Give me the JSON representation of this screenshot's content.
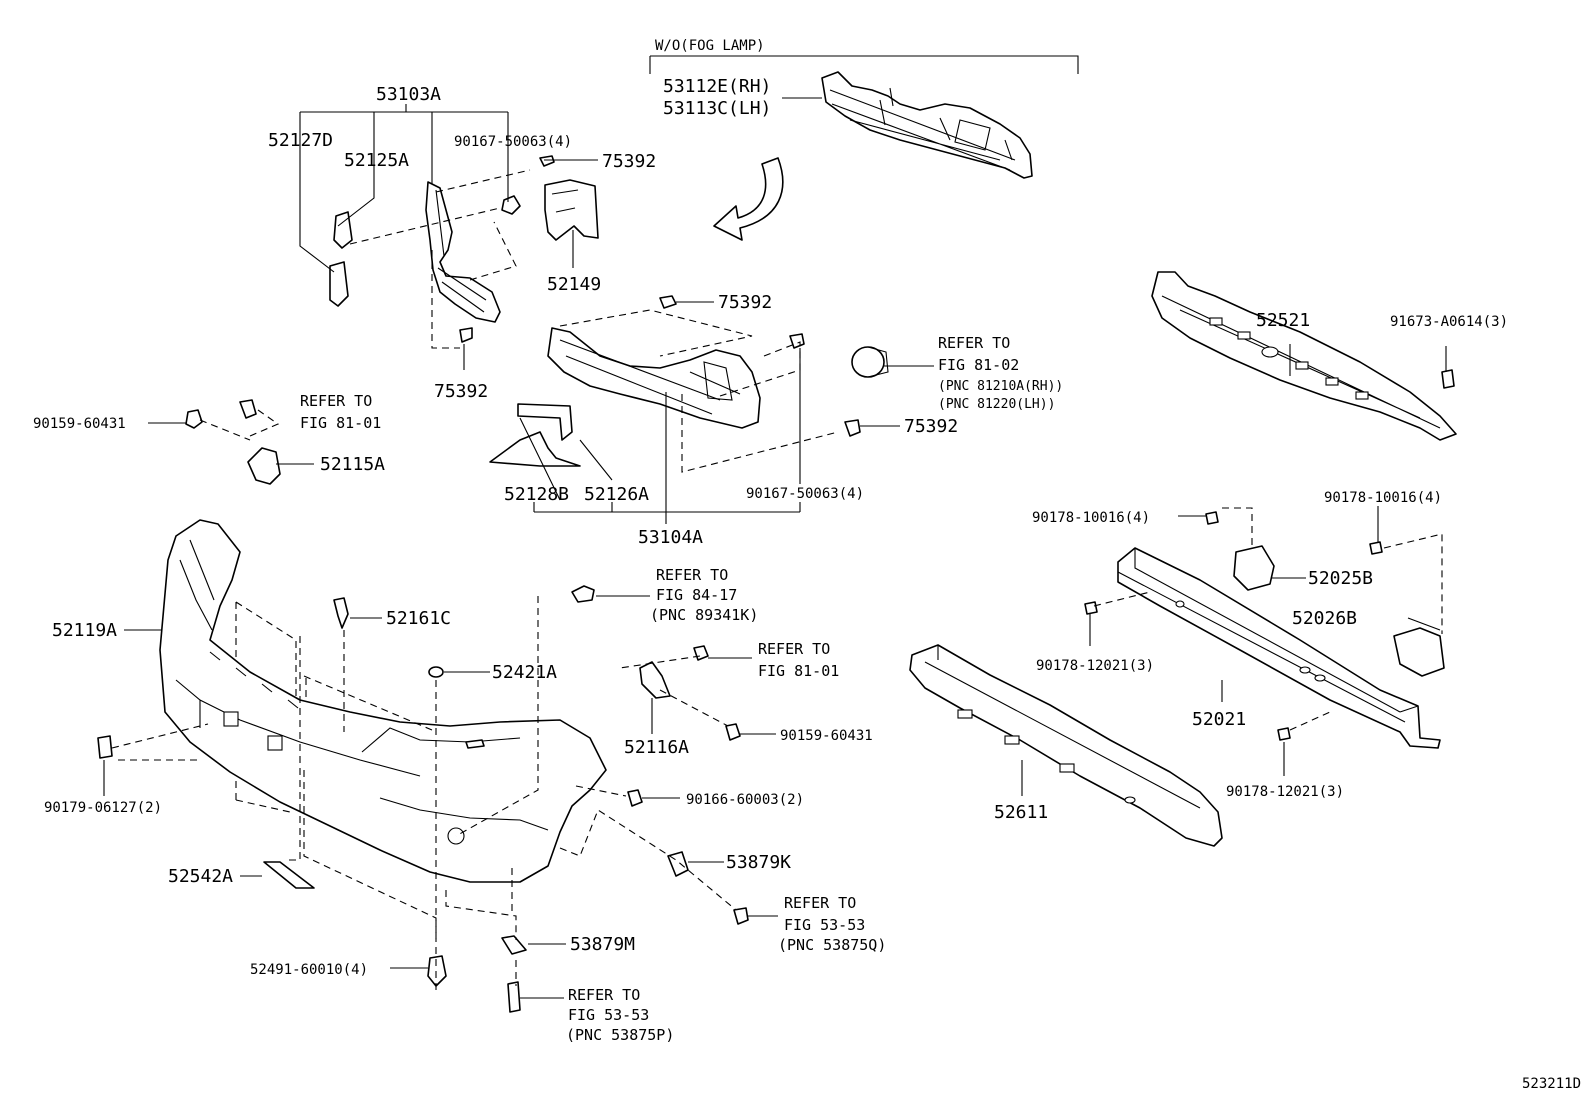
{
  "diagram_id": "523211D",
  "variant_note": "W/O(FOG LAMP)",
  "labels": {
    "p53112E": "53112E(RH)",
    "p53113C": "53113C(LH)",
    "p53103A": "53103A",
    "p52127D": "52127D",
    "p52125A": "52125A",
    "p90167a": "90167-50063(4)",
    "p75392a": "75392",
    "p52149": "52149",
    "p75392b": "75392",
    "p75392c": "75392",
    "p75392d": "75392",
    "p90159a": "90159-60431",
    "ref8101a_1": "REFER TO",
    "ref8101a_2": "FIG 81-01",
    "p52115A": "52115A",
    "ref8102_1": "REFER TO",
    "ref8102_2": "FIG 81-02",
    "ref8102_3": "(PNC 81210A(RH))",
    "ref8102_4": "(PNC 81220(LH))",
    "p90167b": "90167-50063(4)",
    "p52128B": "52128B",
    "p52126A": "52126A",
    "p53104A": "53104A",
    "p52521": "52521",
    "p91673": "91673-A0614(3)",
    "p90178_10016a": "90178-10016(4)",
    "p90178_10016b": "90178-10016(4)",
    "p52025B": "52025B",
    "p52026B": "52026B",
    "p90178_12021a": "90178-12021(3)",
    "p52021": "52021",
    "p90178_12021b": "90178-12021(3)",
    "p52611": "52611",
    "p52119A": "52119A",
    "p52161C": "52161C",
    "ref8417_1": "REFER TO",
    "ref8417_2": "FIG 84-17",
    "ref8417_3": "(PNC 89341K)",
    "p52421A": "52421A",
    "ref8101b_1": "REFER TO",
    "ref8101b_2": "FIG 81-01",
    "p52116A": "52116A",
    "p90159b": "90159-60431",
    "p90179": "90179-06127(2)",
    "p90166": "90166-60003(2)",
    "p53879K": "53879K",
    "ref5353a_1": "REFER TO",
    "ref5353a_2": "FIG 53-53",
    "ref5353a_3": "(PNC 53875Q)",
    "p52542A": "52542A",
    "p53879M": "53879M",
    "p52491": "52491-60010(4)",
    "ref5353b_1": "REFER TO",
    "ref5353b_2": "FIG 53-53",
    "ref5353b_3": "(PNC 53875P)"
  }
}
